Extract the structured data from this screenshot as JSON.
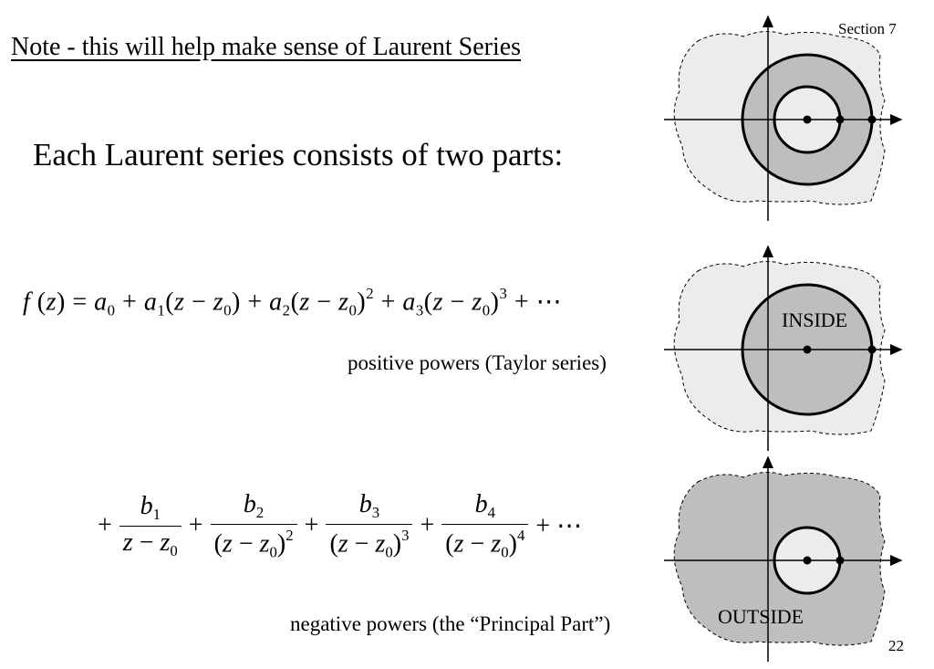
{
  "header": {
    "section": "Section 7",
    "title": "Note - this will help make sense of Laurent Series",
    "subtitle": "Each Laurent series consists of two parts:"
  },
  "taylor": {
    "caption": "positive powers (Taylor series)"
  },
  "principal": {
    "caption": "negative powers (the “Principal Part”)"
  },
  "diagrams": {
    "inside_label": "INSIDE",
    "outside_label": "OUTSIDE"
  },
  "colors": {
    "light_region": "#ececec",
    "dark_region": "#bebebe",
    "ink": "#000000"
  },
  "footer": {
    "page_number": "22"
  }
}
